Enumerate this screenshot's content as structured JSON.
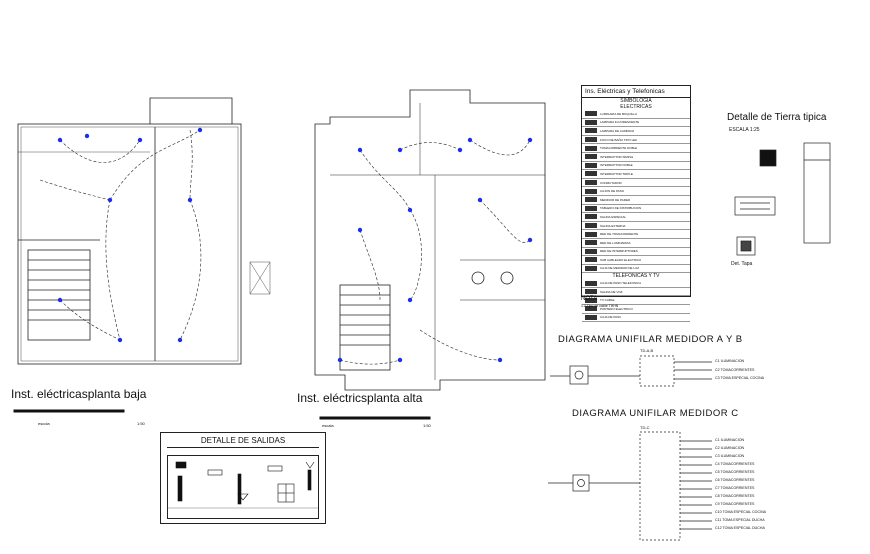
{
  "plans": {
    "ground": {
      "title": "Inst. eléctricasplanta baja",
      "scale_label": "escola",
      "scale_value": "1:50"
    },
    "upper": {
      "title": "Inst. eléctricsplanta alta",
      "scale_label": "escala",
      "scale_value": "1:50"
    }
  },
  "legend": {
    "header": "Ins. Eléctricas y Telefonicas",
    "symbology": "SIMBOLOGIA",
    "electric": "ELECTRICAS",
    "telephone": "TELEFONICAS Y TV",
    "items": [
      "LUMINARIA DE BOQUILLA",
      "LAMPARA FLUORESCENTE",
      "LAMPARA DE CAMPANA",
      "FOCO DE BAÑO TIPO LED",
      "TOMACORRIENTE DOBLE",
      "INTERRUPTOR SIMPLE",
      "INTERRUPTOR DOBLE",
      "INTERRUPTOR TRIPLE",
      "CONMUTADOR",
      "CAJON DE PASO",
      "MEDIDOR DE PARED",
      "TABLERO DE DISTRIBUCION",
      "SALIDA ESPECIAL",
      "SALIDA EXTERNA",
      "RED DE TOMACORRIENTE",
      "RED DE LUMINARIAS",
      "RED DE INTERRUPTORES",
      "SUB CABLEADO ELECTRICO",
      "CAJA DE MEDIDOR DE LUZ"
    ],
    "tel_items": [
      "CAJA DE PASO TELEFONICA",
      "SALIDA DE VOZ",
      "TV CABLE",
      "PORTERO ELECTRICO",
      "CAJA DE PASO"
    ],
    "note_title": "NOTA",
    "note_text": "1.2 Tipo de cable THHN"
  },
  "tierra": {
    "title": "Detalle de Tierra tipica",
    "scale": "ESCALA 1:25",
    "tapa": "Det. Tapa"
  },
  "diagram_ab": {
    "title": "DIAGRAMA UNIFILAR MEDIDOR A Y B",
    "td": "TD-A,B",
    "circuits": [
      "C1 ILUMINACION",
      "C2 TOMACORRIENTES",
      "C3 TOMA ESPECIAL COCINA"
    ]
  },
  "diagram_c": {
    "title": "DIAGRAMA UNIFILAR MEDIDOR C",
    "td": "TD-C",
    "circuits": [
      "C1 ILUMINACION",
      "C2 ILUMINACION",
      "C3 ILUMINACION",
      "C4 TOMACORRIENTES",
      "C5 TOMACORRIENTES",
      "C6 TOMACORRIENTES",
      "C7 TOMACORRIENTES",
      "C8 TOMACORRIENTES",
      "C9 TOMACORRIENTES",
      "C10 TOMA ESPECIAL COCINA",
      "C11 TOMA ESPECIAL DUCHA",
      "C12 TOMA ESPECIAL DUCHA"
    ]
  },
  "salidas": {
    "title": "DETALLE DE SALIDAS"
  }
}
